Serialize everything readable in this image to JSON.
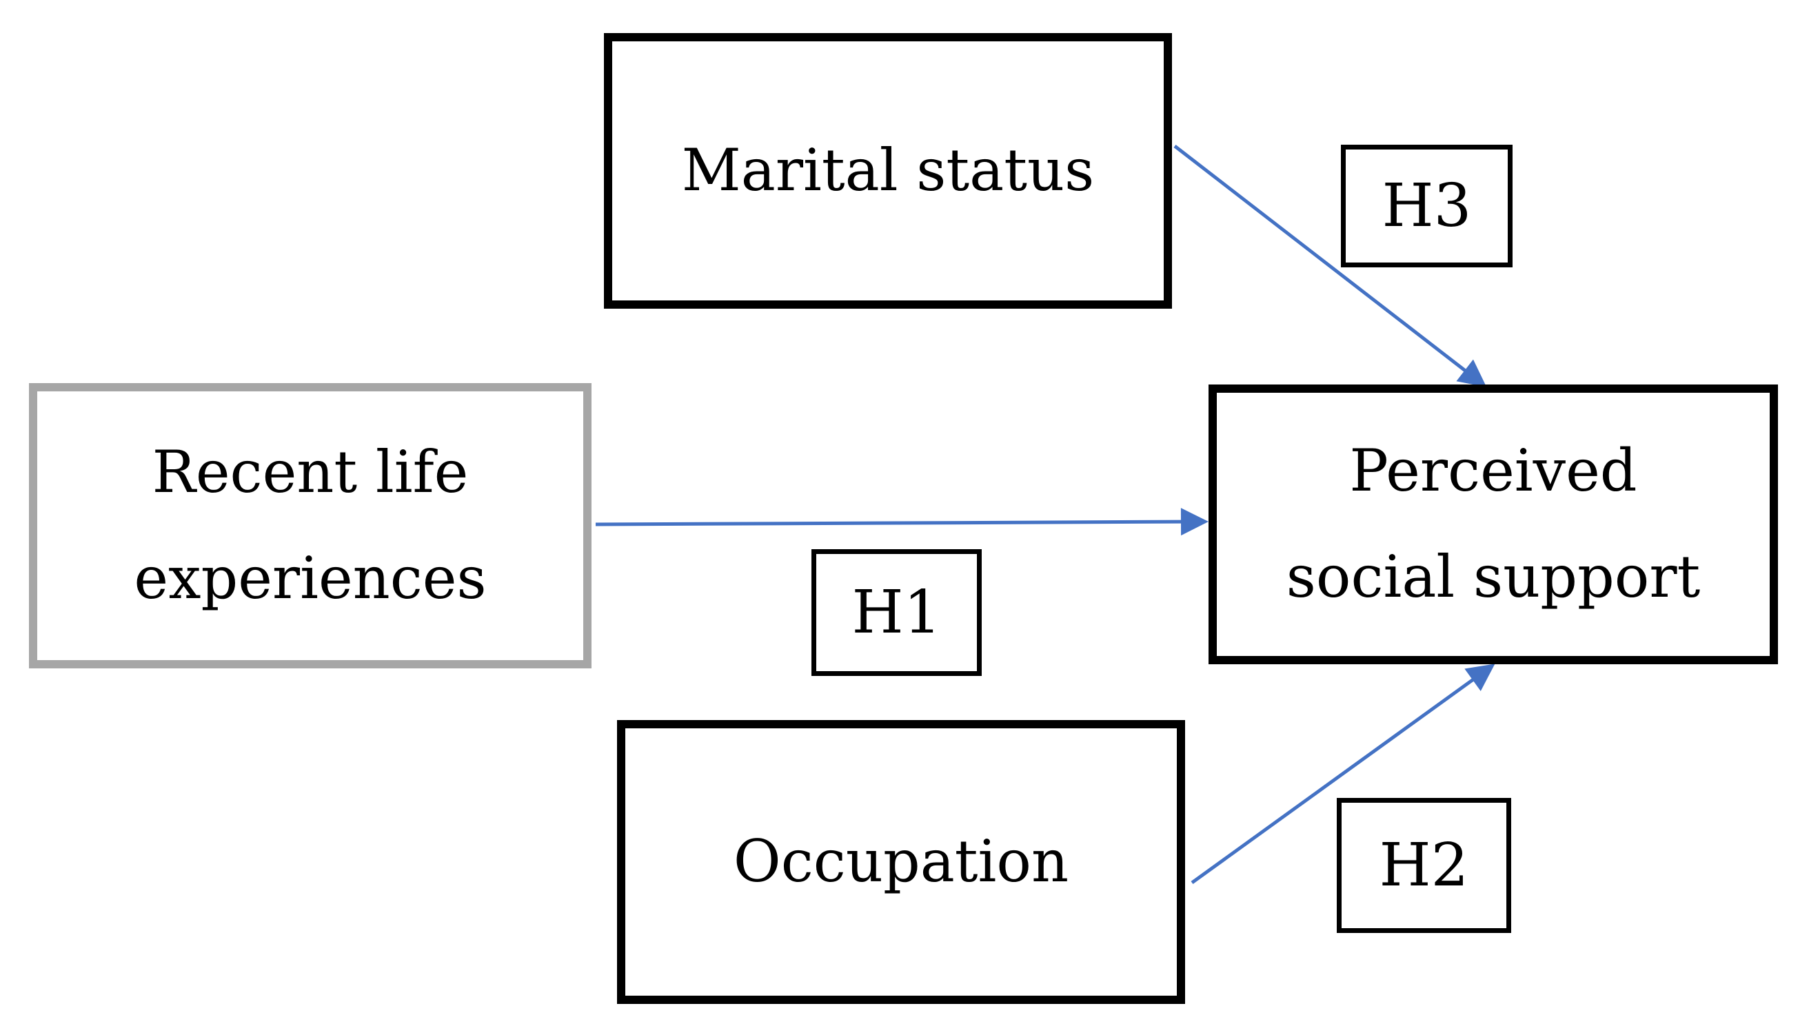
{
  "colors": {
    "arrow": "#4472C4",
    "node_border": "#000000",
    "recent_node_border": "#A6A6A6",
    "text": "#000000",
    "background": "#FFFFFF"
  },
  "nodes": {
    "marital": {
      "label": "Marital status"
    },
    "recent": {
      "line1": "Recent life",
      "line2": "experiences"
    },
    "occupation": {
      "label": "Occupation"
    },
    "perceived": {
      "line1": "Perceived",
      "line2": "social support"
    }
  },
  "hypothesis_labels": {
    "h1": "H1",
    "h2": "H2",
    "h3": "H3"
  },
  "edges": [
    {
      "from": "Recent life experiences",
      "to": "Perceived social support",
      "hypothesis": "H1"
    },
    {
      "from": "Occupation",
      "to": "Perceived social support",
      "hypothesis": "H2"
    },
    {
      "from": "Marital status",
      "to": "Perceived social support",
      "hypothesis": "H3"
    }
  ]
}
